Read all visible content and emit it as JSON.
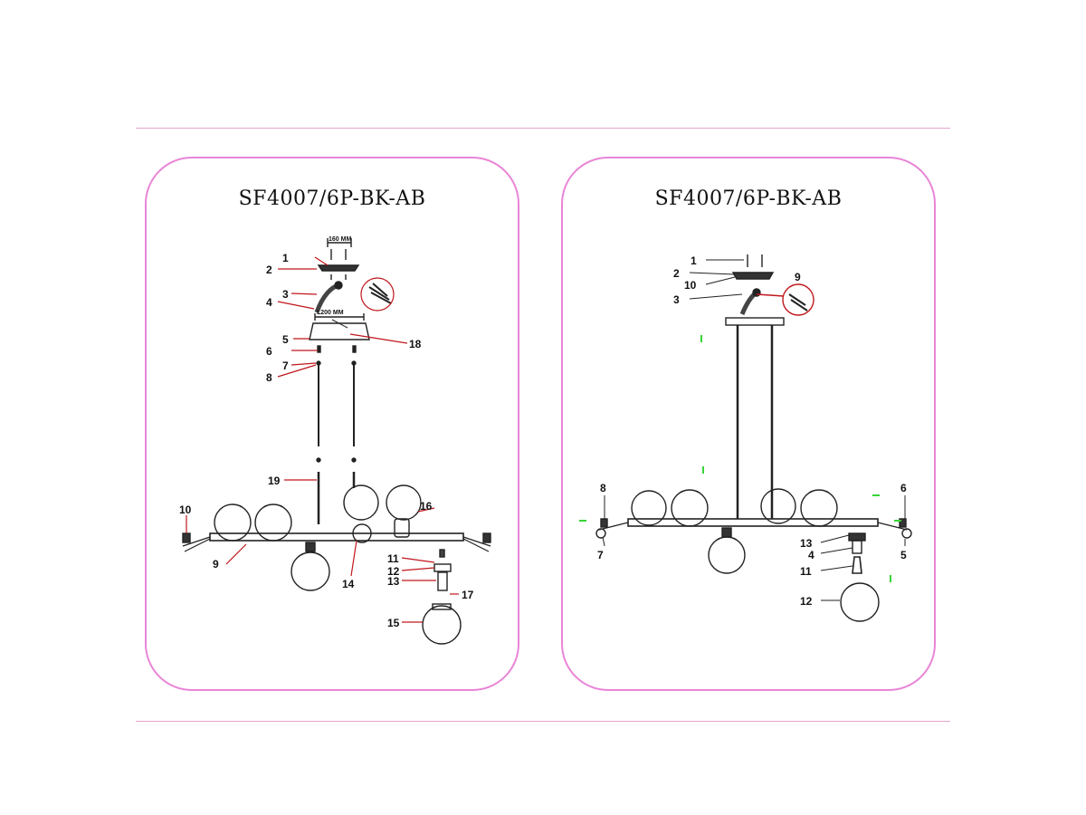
{
  "left_panel": {
    "title": "SF4007/6P-BK-AB",
    "dim_top": "160 MM",
    "dim_mid": "L200 MM",
    "callouts": [
      "1",
      "2",
      "3",
      "4",
      "5",
      "6",
      "7",
      "8",
      "19",
      "10",
      "9",
      "14",
      "16",
      "11",
      "12",
      "13",
      "17",
      "15",
      "18"
    ]
  },
  "right_panel": {
    "title": "SF4007/6P-BK-AB",
    "callouts": [
      "1",
      "2",
      "10",
      "3",
      "9",
      "8",
      "7",
      "6",
      "5",
      "13",
      "4",
      "11",
      "12"
    ]
  },
  "colors": {
    "frame": "#e985d6",
    "rule": "#e6a3cf",
    "leader": "#c0161c",
    "accent_green": "#37d437"
  }
}
